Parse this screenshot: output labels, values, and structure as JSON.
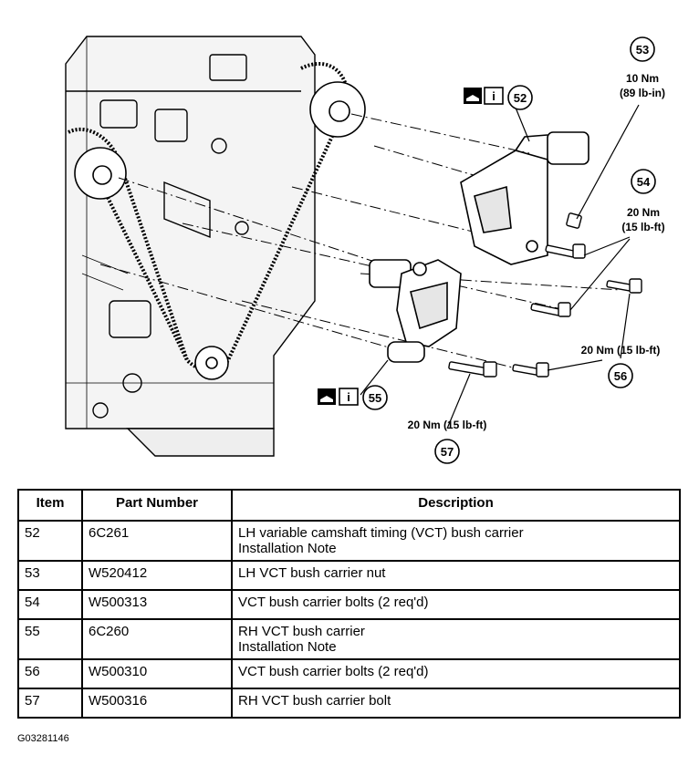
{
  "callouts": [
    {
      "id": "52",
      "torque": null
    },
    {
      "id": "53",
      "torque": [
        "10 Nm",
        "(89 lb-in)"
      ]
    },
    {
      "id": "54",
      "torque": [
        "20 Nm",
        "(15 lb-ft)"
      ]
    },
    {
      "id": "55",
      "torque": null
    },
    {
      "id": "56",
      "torque": [
        "20 Nm (15 lb-ft)"
      ]
    },
    {
      "id": "57",
      "torque": [
        "20 Nm (15 lb-ft)"
      ]
    }
  ],
  "icons": [
    "oil-can-icon",
    "info-icon"
  ],
  "table": {
    "headers": {
      "item": "Item",
      "part": "Part Number",
      "description": "Description"
    },
    "rows": [
      {
        "item": "52",
        "part": "6C261",
        "description": [
          "LH variable camshaft timing (VCT) bush carrier",
          "Installation Note"
        ]
      },
      {
        "item": "53",
        "part": "W520412",
        "description": [
          "LH VCT bush carrier nut"
        ]
      },
      {
        "item": "54",
        "part": "W500313",
        "description": [
          "VCT bush carrier bolts (2 req'd)"
        ]
      },
      {
        "item": "55",
        "part": "6C260",
        "description": [
          "RH VCT bush carrier",
          "Installation Note"
        ]
      },
      {
        "item": "56",
        "part": "W500310",
        "description": [
          "VCT bush carrier bolts (2 req'd)"
        ]
      },
      {
        "item": "57",
        "part": "W500316",
        "description": [
          "RH VCT bush carrier bolt"
        ]
      }
    ]
  },
  "figure_code": "G03281146"
}
